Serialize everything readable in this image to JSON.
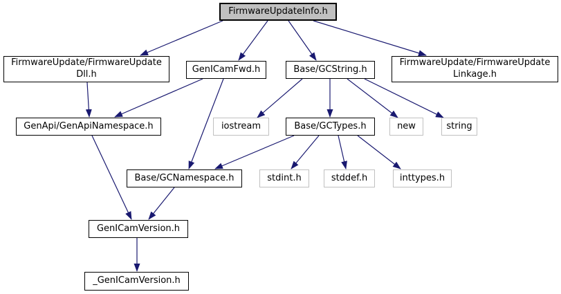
{
  "diagram": {
    "type": "include-dependency-graph",
    "root": "FirmwareUpdateInfo.h",
    "colors": {
      "edge": "#191970",
      "root_fill": "#c0c0c0",
      "node_fill": "#ffffff",
      "linked_border": "#000000",
      "external_border": "#c0c0c0",
      "text": "#000000",
      "background": "#ffffff"
    },
    "nodes": [
      {
        "id": "FirmwareUpdateInfo.h",
        "label": "FirmwareUpdateInfo.h",
        "kind": "root"
      },
      {
        "id": "FirmwareUpdate/FirmwareUpdateDll.h",
        "label": "FirmwareUpdate/FirmwareUpdate\nDll.h",
        "kind": "linked"
      },
      {
        "id": "GenICamFwd.h",
        "label": "GenICamFwd.h",
        "kind": "linked"
      },
      {
        "id": "Base/GCString.h",
        "label": "Base/GCString.h",
        "kind": "linked"
      },
      {
        "id": "FirmwareUpdate/FirmwareUpdateLinkage.h",
        "label": "FirmwareUpdate/FirmwareUpdate\nLinkage.h",
        "kind": "linked"
      },
      {
        "id": "GenApi/GenApiNamespace.h",
        "label": "GenApi/GenApiNamespace.h",
        "kind": "linked"
      },
      {
        "id": "iostream",
        "label": "iostream",
        "kind": "external"
      },
      {
        "id": "Base/GCTypes.h",
        "label": "Base/GCTypes.h",
        "kind": "linked"
      },
      {
        "id": "new",
        "label": "new",
        "kind": "external"
      },
      {
        "id": "string",
        "label": "string",
        "kind": "external"
      },
      {
        "id": "Base/GCNamespace.h",
        "label": "Base/GCNamespace.h",
        "kind": "linked"
      },
      {
        "id": "stdint.h",
        "label": "stdint.h",
        "kind": "external"
      },
      {
        "id": "stddef.h",
        "label": "stddef.h",
        "kind": "external"
      },
      {
        "id": "inttypes.h",
        "label": "inttypes.h",
        "kind": "external"
      },
      {
        "id": "GenICamVersion.h",
        "label": "GenICamVersion.h",
        "kind": "linked"
      },
      {
        "id": "_GenICamVersion.h",
        "label": "_GenICamVersion.h",
        "kind": "linked"
      }
    ],
    "edges": [
      {
        "from": "FirmwareUpdateInfo.h",
        "to": "FirmwareUpdate/FirmwareUpdateDll.h"
      },
      {
        "from": "FirmwareUpdateInfo.h",
        "to": "GenICamFwd.h"
      },
      {
        "from": "FirmwareUpdateInfo.h",
        "to": "Base/GCString.h"
      },
      {
        "from": "FirmwareUpdateInfo.h",
        "to": "FirmwareUpdate/FirmwareUpdateLinkage.h"
      },
      {
        "from": "FirmwareUpdate/FirmwareUpdateDll.h",
        "to": "GenApi/GenApiNamespace.h"
      },
      {
        "from": "GenICamFwd.h",
        "to": "GenApi/GenApiNamespace.h"
      },
      {
        "from": "GenICamFwd.h",
        "to": "Base/GCNamespace.h"
      },
      {
        "from": "Base/GCString.h",
        "to": "iostream"
      },
      {
        "from": "Base/GCString.h",
        "to": "Base/GCTypes.h"
      },
      {
        "from": "Base/GCString.h",
        "to": "new"
      },
      {
        "from": "Base/GCString.h",
        "to": "string"
      },
      {
        "from": "Base/GCTypes.h",
        "to": "Base/GCNamespace.h"
      },
      {
        "from": "Base/GCTypes.h",
        "to": "stdint.h"
      },
      {
        "from": "Base/GCTypes.h",
        "to": "stddef.h"
      },
      {
        "from": "Base/GCTypes.h",
        "to": "inttypes.h"
      },
      {
        "from": "GenApi/GenApiNamespace.h",
        "to": "GenICamVersion.h"
      },
      {
        "from": "Base/GCNamespace.h",
        "to": "GenICamVersion.h"
      },
      {
        "from": "GenICamVersion.h",
        "to": "_GenICamVersion.h"
      }
    ]
  }
}
